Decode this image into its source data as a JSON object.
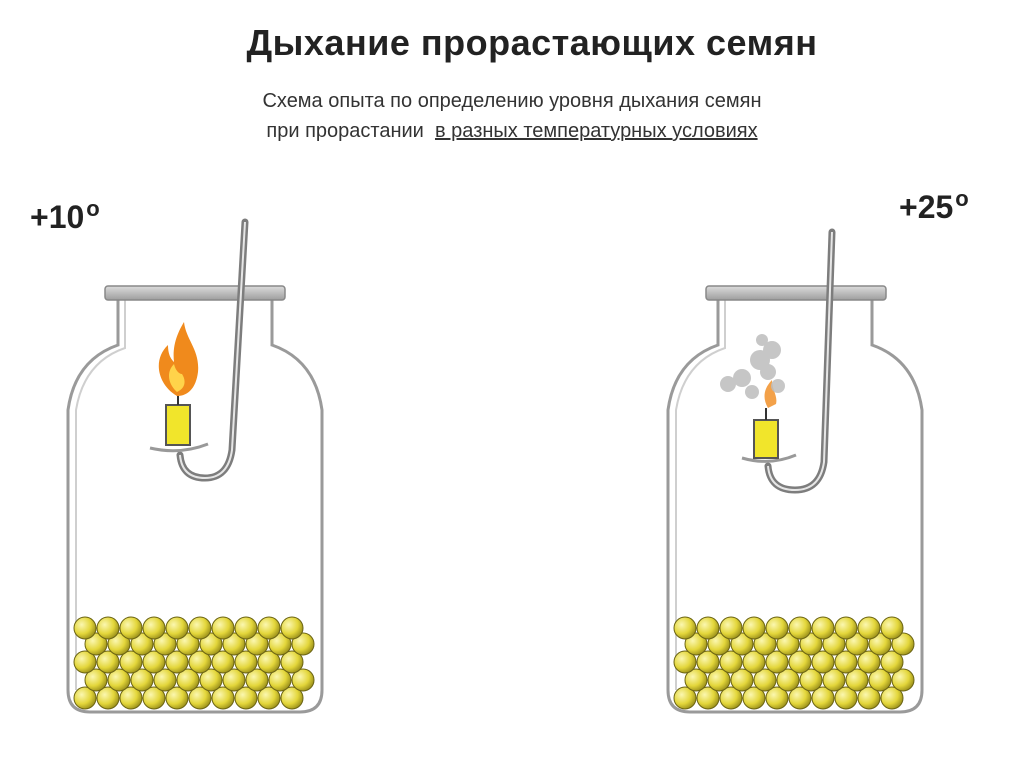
{
  "title": "Дыхание прорастающих семян",
  "subtitle": {
    "line1": "Схема опыта по определению уровня дыхания семян",
    "line2_prefix": "при прорастании ",
    "line2_underlined": "в разных температурных условиях"
  },
  "jars": [
    {
      "temperature": "+10",
      "degree_mark": "о",
      "candle_state": "burning"
    },
    {
      "temperature": "+25",
      "degree_mark": "о",
      "candle_state": "extinguished"
    }
  ],
  "colors": {
    "seed": "#e3d63a",
    "flame_outer": "#f08a1c",
    "flame_inner": "#ffd34a",
    "candle": "#f1e52b",
    "smoke": "#bdbdbd",
    "jar_outline": "#9a9a9a",
    "tube": "#7d7d7d"
  }
}
